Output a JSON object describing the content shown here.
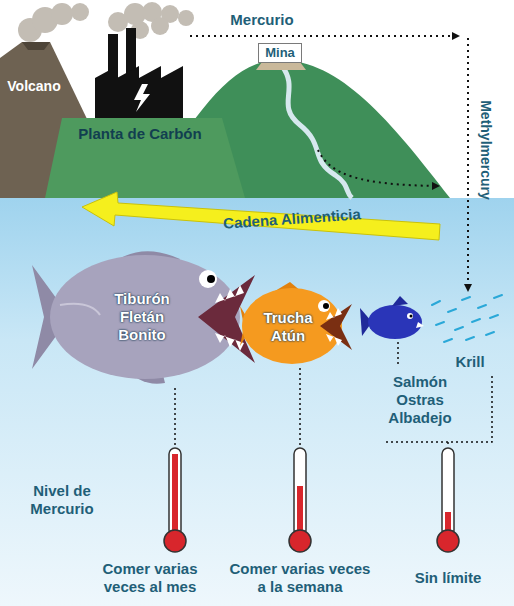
{
  "diagram": {
    "nodes": [
      {
        "text": [
          "Mina"
        ]
      },
      {
        "text": [
          "Tiburón Fletán Bonito"
        ]
      },
      {
        "text": [
          "Trucha Atún"
        ]
      }
    ],
    "labels": [
      "Mercurio",
      "Volcano",
      "Planta de Carbón",
      "Methylmercury",
      "Cadena Alimenticia",
      "Krill",
      "Salmón Ostras Albadejo",
      "Nivel de Mercurio",
      "Comer varias veces al mes",
      "Comer varias veces a la semana",
      "Sin límite"
    ]
  }
}
